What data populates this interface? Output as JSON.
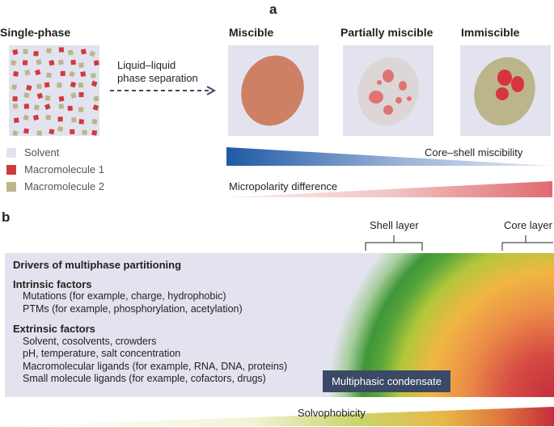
{
  "panel_a": {
    "letter": "a",
    "single_phase_title": "Single-phase",
    "arrow_label_line1": "Liquid–liquid",
    "arrow_label_line2": "phase separation",
    "states": [
      {
        "title": "Miscible"
      },
      {
        "title": "Partially miscible"
      },
      {
        "title": "Immiscible"
      }
    ],
    "legend": [
      {
        "label": "Solvent",
        "color": "#e2e3ee"
      },
      {
        "label": "Macromolecule 1",
        "color": "#cf3a3e"
      },
      {
        "label": "Macromolecule 2",
        "color": "#bcb58c"
      }
    ],
    "gradient_core_shell": "Core–shell miscibility",
    "gradient_micropolarity": "Micropolarity difference"
  },
  "panel_b": {
    "letter": "b",
    "shell_layer": "Shell layer",
    "core_layer": "Core layer",
    "drivers_title": "Drivers of multiphase partitioning",
    "intrinsic_title": "Intrinsic factors",
    "intrinsic_items": [
      "Mutations (for example, charge, hydrophobic)",
      "PTMs (for example, phosphorylation, acetylation)"
    ],
    "extrinsic_title": "Extrinsic factors",
    "extrinsic_items": [
      "Solvent, cosolvents, crowders",
      "pH, temperature, salt concentration",
      "Macromolecular ligands (for example, RNA, DNA, proteins)",
      "Small molecule ligands (for example, cofactors, drugs)"
    ],
    "condensate_label": "Multiphasic condensate",
    "solvophobicity": "Solvophobicity"
  }
}
